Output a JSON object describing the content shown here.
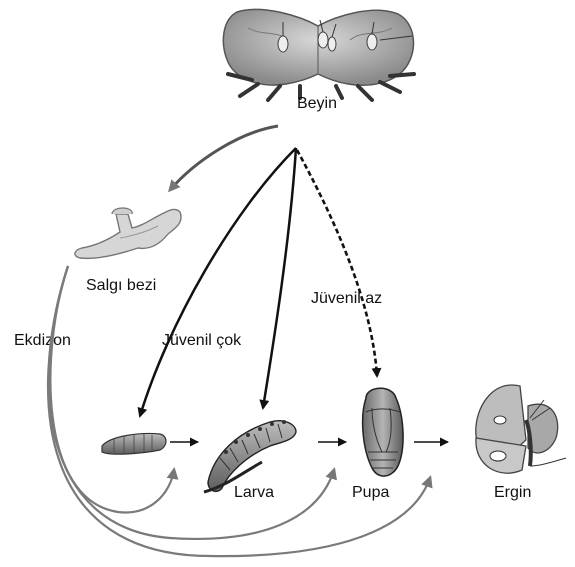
{
  "labels": {
    "brain": "Beyin",
    "gland": "Salgı bezi",
    "ecdysone": "Ekdizon",
    "juvenile_high": "Jüvenil çok",
    "juvenile_low": "Jüvenil az",
    "larva": "Larva",
    "pupa": "Pupa",
    "adult": "Ergin"
  },
  "icons": {
    "brain": "brain-illustration",
    "gland": "gland-illustration",
    "young_larva": "caterpillar-illustration",
    "larva": "caterpillar-illustration",
    "pupa": "pupa-illustration",
    "adult": "moth-illustration"
  },
  "colors": {
    "brain_arrows": "#111111",
    "ecdysone_arrows": "#777777",
    "stage_arrows": "#111111",
    "text": "#111111"
  }
}
